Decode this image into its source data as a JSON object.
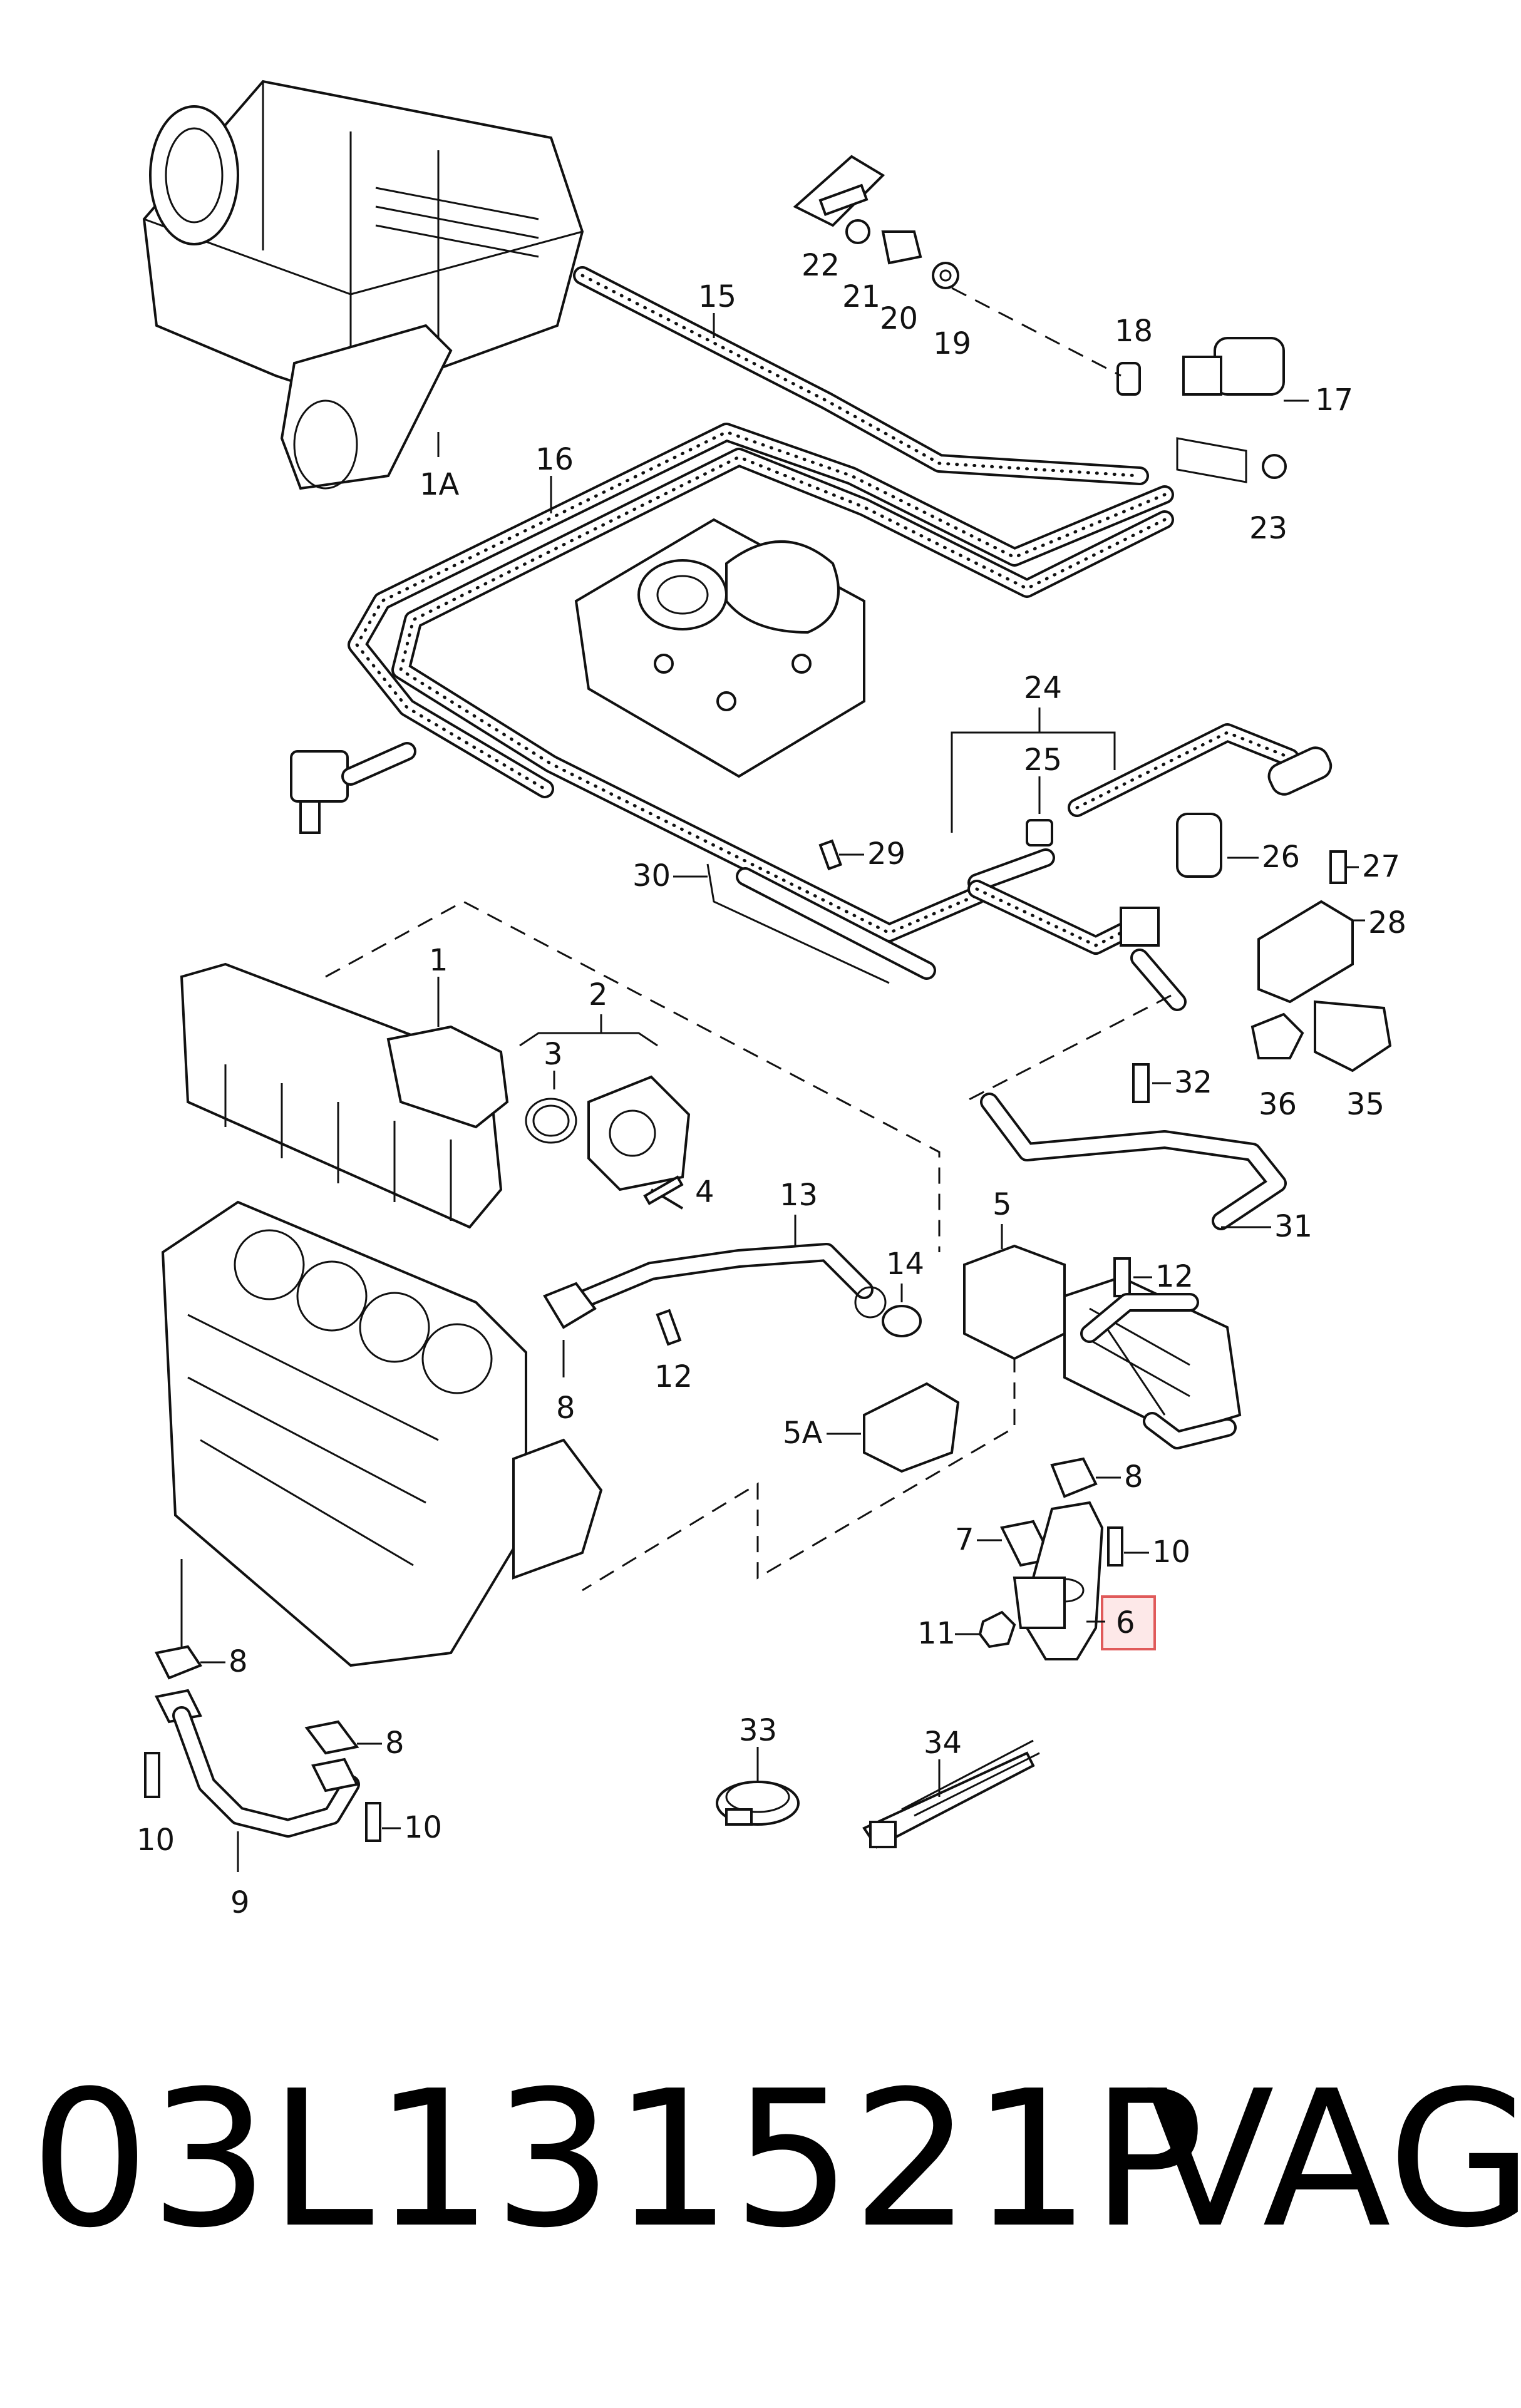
{
  "part_number": "03L131521P",
  "brand": "VAG",
  "highlight_color": "#e05a5a",
  "highlighted_callout": "6",
  "callouts": {
    "c1A": "1A",
    "c15": "15",
    "c16": "16",
    "c17": "17",
    "c18": "18",
    "c19": "19",
    "c20": "20",
    "c21": "21",
    "c22": "22",
    "c23": "23",
    "c24": "24",
    "c25": "25",
    "c26": "26",
    "c27": "27",
    "c28": "28",
    "c29": "29",
    "c30": "30",
    "c1": "1",
    "c2": "2",
    "c3": "3",
    "c4": "4",
    "c13": "13",
    "c14": "14",
    "c5": "5",
    "c12a": "12",
    "c12b": "12",
    "c8a": "8",
    "c5A": "5A",
    "c8b": "8",
    "c7": "7",
    "c10a": "10",
    "c11": "11",
    "c6": "6",
    "c32": "32",
    "c31": "31",
    "c36": "36",
    "c35": "35",
    "c8c": "8",
    "c8d": "8",
    "c10b": "10",
    "c10c": "10",
    "c9": "9",
    "c33": "33",
    "c34": "34"
  }
}
